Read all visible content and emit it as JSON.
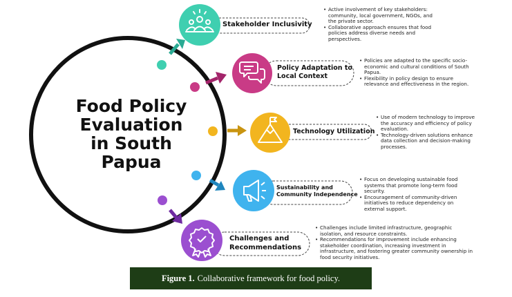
{
  "title": "Food Policy Evaluation in South Papua",
  "title_lines": [
    "Food Policy",
    "Evaluation",
    "in South",
    "Papua"
  ],
  "colors": {
    "ring": "#111111",
    "teal": "#3fcfb0",
    "pink": "#c93b86",
    "orange": "#f2b51f",
    "blue": "#3fb3ee",
    "purple": "#9b4fd0",
    "caption_bg": "#1e3d16"
  },
  "items": [
    {
      "label_lines": [
        "Stakeholder Inclusivity"
      ],
      "icon": "people-group-icon",
      "color": "#3fcfb0",
      "arrow_color": "#2aaa93",
      "bullets": [
        "Active involvement of key stakeholders: community, local government, NGOs, and the private sector.",
        "Collaborative approach ensures that food policies address diverse needs and perspectives."
      ]
    },
    {
      "label_lines": [
        "Policy Adaptation to",
        "Local Context"
      ],
      "icon": "chat-bubbles-icon",
      "color": "#c93b86",
      "arrow_color": "#a3246a",
      "bullets": [
        "Policies are adapted to the specific socio-economic and cultural conditions of South Papua.",
        "Flexibility in policy design to ensure relevance and effectiveness in the region."
      ]
    },
    {
      "label_lines": [
        "Technology Utilization"
      ],
      "icon": "mountain-flag-icon",
      "color": "#f2b51f",
      "arrow_color": "#c99410",
      "bullets": [
        "Use of modern technology to improve the accuracy and efficiency of policy evaluation.",
        "Technology-driven solutions enhance data collection and decision-making processes."
      ]
    },
    {
      "label_lines": [
        "Sustainability and",
        "Community Independence"
      ],
      "icon": "megaphone-icon",
      "color": "#3fb3ee",
      "arrow_color": "#1e86be",
      "bullets": [
        "Focus on developing sustainable food systems that promote long-term food security.",
        "Encouragement of community-driven initiatives to reduce dependency on external support."
      ]
    },
    {
      "label_lines": [
        "Challenges and",
        "Recommendations"
      ],
      "icon": "award-badge-icon",
      "color": "#9b4fd0",
      "arrow_color": "#6e2aa0",
      "bullets": [
        "Challenges include limited infrastructure, geographic isolation, and resource constraints.",
        "Recommendations for improvement include enhancing stakeholder coordination, increasing investment in infrastructure, and fostering greater community ownership in food security initiatives."
      ]
    }
  ],
  "caption": {
    "prefix": "Figure 1.",
    "text": "Collaborative framework for food policy."
  }
}
